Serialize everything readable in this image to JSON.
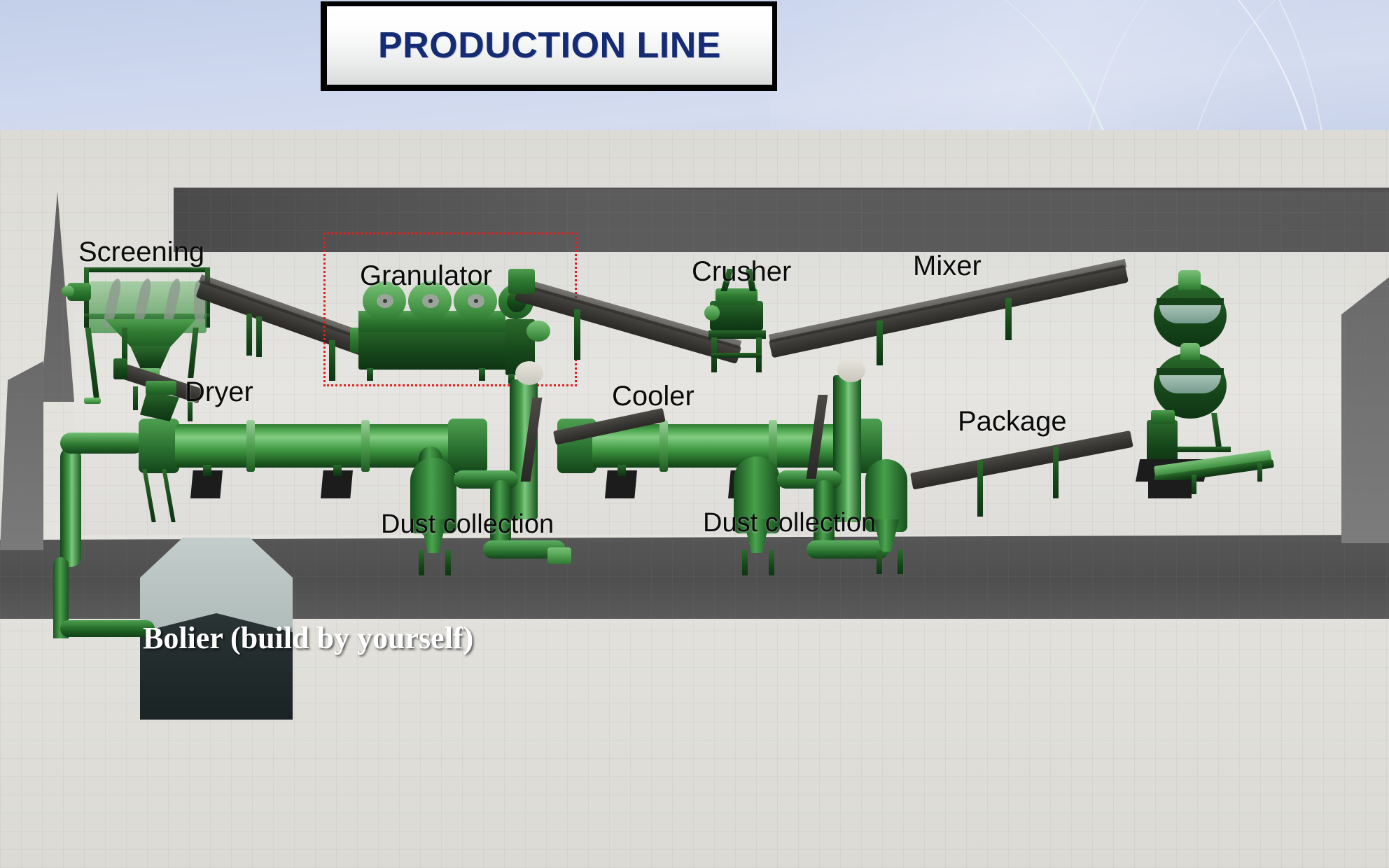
{
  "banner": {
    "title": "PRODUCTION LINE",
    "bg_color": "#cdd7ee",
    "title_color": "#152b74",
    "title_box_border": "#000000"
  },
  "diagram": {
    "type": "isometric-factory-illustration",
    "floor_color": "#e2e1dc",
    "wall_color": "#545454",
    "machine_color": "#2e7a31",
    "highlight_color": "#e02020",
    "labels": [
      {
        "id": "screening",
        "text": "Screening"
      },
      {
        "id": "granulator",
        "text": "Granulator"
      },
      {
        "id": "crusher",
        "text": "Crusher"
      },
      {
        "id": "mixer",
        "text": "Mixer"
      },
      {
        "id": "dryer",
        "text": "Dryer"
      },
      {
        "id": "cooler",
        "text": "Cooler"
      },
      {
        "id": "package",
        "text": "Package"
      },
      {
        "id": "dust-collection-1",
        "text": "Dust collection"
      },
      {
        "id": "dust-collection-2",
        "text": "Dust collection"
      },
      {
        "id": "boiler",
        "text": "Bolier (build by yourself)"
      }
    ],
    "highlight": {
      "target": "granulator",
      "style": "red-dotted-rectangle"
    }
  }
}
